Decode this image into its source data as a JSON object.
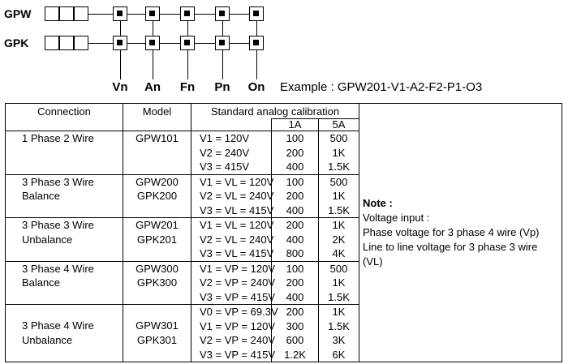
{
  "diagram": {
    "series": [
      "GPW",
      "GPK"
    ],
    "options": [
      "Vn",
      "An",
      "Fn",
      "Pn",
      "On"
    ],
    "example": "Example : GPW201-V1-A2-F2-P1-O3"
  },
  "table": {
    "headers": {
      "connection": "Connection",
      "model": "Model",
      "calibration": "Standard analog calibration",
      "col_1a": "1A",
      "col_5a": "5A"
    },
    "groups": [
      {
        "connection": [
          "1 Phase 2 Wire"
        ],
        "model": [
          "GPW101"
        ],
        "voltages": [
          "V1 = 120V",
          "V2 = 240V",
          "V3 = 415V"
        ],
        "a1": [
          "100",
          "200",
          "400"
        ],
        "a5": [
          "500",
          "1K",
          "1.5K"
        ]
      },
      {
        "connection": [
          "3 Phase 3 Wire",
          "Balance"
        ],
        "model": [
          "GPW200",
          "GPK200"
        ],
        "voltages": [
          "V1 = VL = 120V",
          "V2 = VL = 240V",
          "V3 = VL = 415V"
        ],
        "a1": [
          "100",
          "200",
          "400"
        ],
        "a5": [
          "500",
          "1K",
          "1.5K"
        ]
      },
      {
        "connection": [
          "3 Phase 3 Wire",
          "Unbalance"
        ],
        "model": [
          "GPW201",
          "GPK201"
        ],
        "voltages": [
          "V1 = VL = 120V",
          "V2 = VL = 240V",
          "V3 = VL = 415V"
        ],
        "a1": [
          "200",
          "400",
          "800"
        ],
        "a5": [
          "1K",
          "2K",
          "4K"
        ]
      },
      {
        "connection": [
          "3 Phase 4 Wire",
          "Balance"
        ],
        "model": [
          "GPW300",
          "GPK300"
        ],
        "voltages": [
          "V1 = VP = 120V",
          "V2 = VP = 240V",
          "V3 = VP = 415V"
        ],
        "a1": [
          "100",
          "200",
          "400"
        ],
        "a5": [
          "500",
          "1K",
          "1.5K"
        ]
      },
      {
        "connection": [
          "3 Phase 4 Wire",
          "Unbalance"
        ],
        "model": [
          "GPW301",
          "GPK301"
        ],
        "voltages": [
          "V0 = VP = 69.3V",
          "V1 = VP = 120V",
          "V2 = VP = 240V",
          "V3 = VP = 415V"
        ],
        "a1": [
          "200",
          "300",
          "600",
          "1.2K"
        ],
        "a5": [
          "1K",
          "1.5K",
          "3K",
          "6K"
        ]
      }
    ],
    "note": {
      "title": "Note :",
      "lines": [
        "Voltage input :",
        "Phase voltage for 3 phase 4 wire (Vp)",
        "Line to line voltage for 3 phase 3 wire (VL)"
      ]
    }
  }
}
